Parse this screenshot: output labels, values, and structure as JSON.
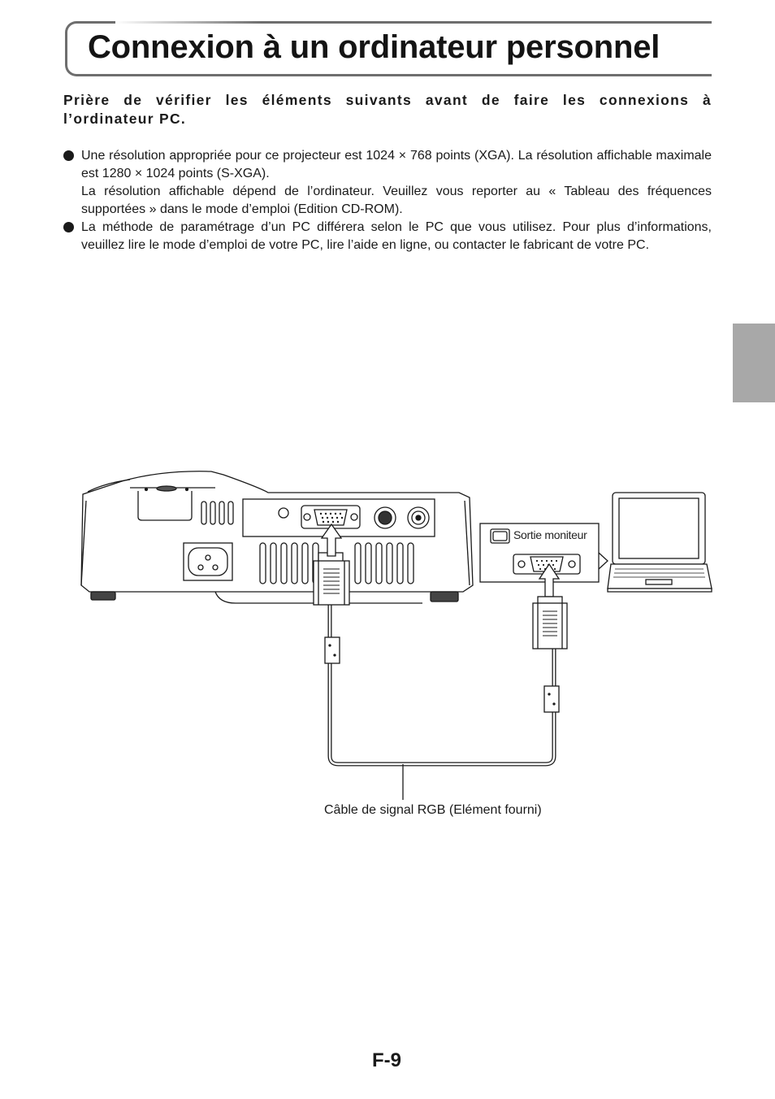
{
  "page": {
    "title": "Connexion à un ordinateur personnel",
    "intro": "Prière de vérifier les éléments suivants avant de faire les connexions à l’ordinateur PC.",
    "bullets": [
      {
        "paragraphs": [
          "Une résolution appropriée pour ce projecteur est 1024 × 768 points (XGA). La résolution affichable maximale est 1280 × 1024 points (S-XGA).",
          "La résolution affichable dépend de l’ordinateur. Veuillez vous reporter au « Tableau des fréquences supportées » dans le mode d’emploi (Edition CD-ROM)."
        ]
      },
      {
        "paragraphs": [
          "La méthode de paramétrage d’un PC différera selon le PC que vous utilisez. Pour plus d’informations, veuillez lire le mode d’emploi de votre PC, lire l’aide en ligne, ou contacter le fabricant de votre PC."
        ]
      }
    ],
    "page_number": "F-9"
  },
  "diagram": {
    "monitor_out_label": "Sortie moniteur",
    "cable_label": "Câble de signal RGB (Elément fourni)"
  },
  "colors": {
    "text": "#1a1a1a",
    "title_frame": "#6e6e6e",
    "side_tab": "#a8a8a8"
  }
}
